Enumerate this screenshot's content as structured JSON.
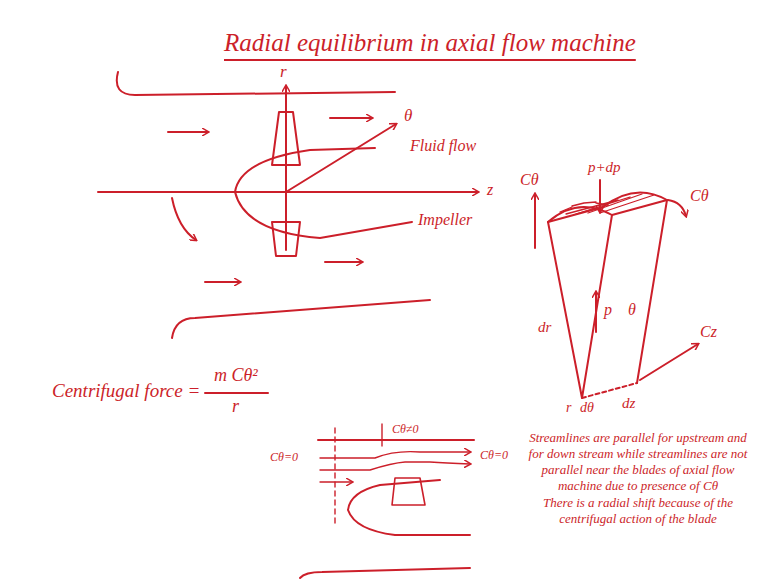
{
  "diagram": {
    "title": "Radial equilibrium in axial flow machine",
    "labels": [
      "r",
      "θ",
      "Fluid flow",
      "z",
      "Impeller",
      "Cθ",
      "p+dp",
      "Cθ",
      "p",
      "θ",
      "dr",
      "r",
      "dθ",
      "dz",
      "Cz",
      "Centrifugal force =",
      "m Cθ²",
      "r",
      "Cθ=0",
      "Cθ≠0",
      "Cθ=0",
      "Streamlines are parallel for upstream and for down stream while streamlines are not parallel near the blades of axial flow machine due to presence of Cθ",
      "There is a radial shift because of the centrifugal action of the blade"
    ]
  }
}
